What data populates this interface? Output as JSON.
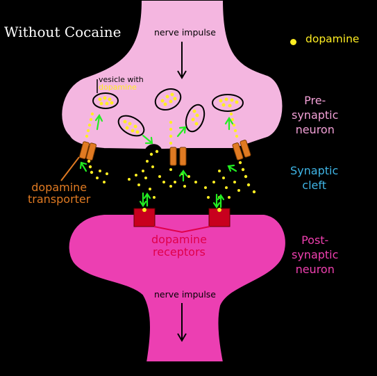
{
  "title": "Without Cocaine",
  "legend": {
    "label": "dopamine",
    "dot_color": "#ffee22"
  },
  "pre": {
    "impulse": "nerve impulse",
    "line1": "Pre-",
    "line2": "synaptic",
    "line3": "neuron"
  },
  "vesicle": {
    "line1": "vesicle with",
    "line2": "dopamine"
  },
  "cleft": {
    "line1": "Synaptic",
    "line2": "cleft"
  },
  "post": {
    "impulse": "nerve impulse",
    "line1": "Post-",
    "line2": "synaptic",
    "line3": "neuron"
  },
  "transporter": {
    "line1": "dopamine",
    "line2": "transporter"
  },
  "receptors": {
    "line1": "dopamine",
    "line2": "receptors"
  },
  "colors": {
    "background": "#000000",
    "pre_neuron": "#f4b6e0",
    "post_neuron": "#ec3fb2",
    "dopamine": "#ffee22",
    "transporter": "#e07a22",
    "receptor": "#c8001e",
    "arrow": "#22ee22"
  }
}
